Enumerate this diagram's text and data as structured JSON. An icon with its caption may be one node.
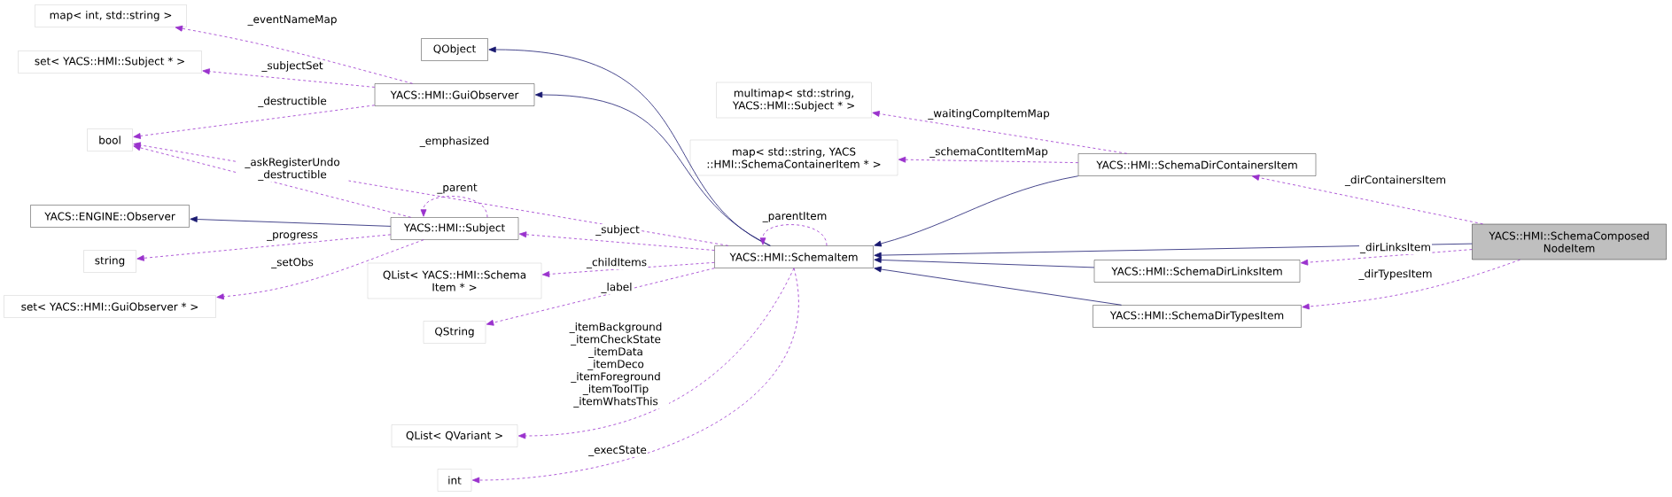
{
  "diagram": {
    "nodes": [
      {
        "text": [
          "map< int, std::string >"
        ]
      },
      {
        "text": [
          "set< YACS::HMI::Subject * >"
        ]
      },
      {
        "text": [
          "bool"
        ]
      },
      {
        "text": [
          "YACS::ENGINE::Observer"
        ]
      },
      {
        "text": [
          "string"
        ]
      },
      {
        "text": [
          "set< YACS::HMI::GuiObserver * >"
        ]
      },
      {
        "text": [
          "QObject"
        ]
      },
      {
        "text": [
          "YACS::HMI::GuiObserver"
        ]
      },
      {
        "text": [
          "YACS::HMI::Subject"
        ]
      },
      {
        "text": [
          "QList< YACS::HMI::Schema Item * >"
        ]
      },
      {
        "text": [
          "QString"
        ]
      },
      {
        "text": [
          "QList< QVariant >"
        ]
      },
      {
        "text": [
          "int"
        ]
      },
      {
        "text": [
          "YACS::HMI::SchemaItem"
        ]
      },
      {
        "text": [
          "multimap< std::string, YACS::HMI::Subject * >"
        ]
      },
      {
        "text": [
          "map< std::string, YACS ::HMI::SchemaContainerItem * >"
        ]
      },
      {
        "text": [
          "YACS::HMI::SchemaDirContainersItem"
        ]
      },
      {
        "text": [
          "YACS::HMI::SchemaDirLinksItem"
        ]
      },
      {
        "text": [
          "YACS::HMI::SchemaDirTypesItem"
        ]
      },
      {
        "text": [
          "YACS::HMI::SchemaComposed NodeItem"
        ]
      }
    ],
    "edges": [
      {
        "from": 7,
        "to": 0,
        "arrow": "to",
        "style": "dashed",
        "label": "_eventNameMap"
      },
      {
        "from": 13,
        "to": 6,
        "arrow": "to",
        "color": "#191970"
      },
      {
        "from": 7,
        "to": 1,
        "arrow": "to",
        "style": "dashed",
        "label": "_subjectSet"
      },
      {
        "from": 13,
        "to": 7,
        "arrow": "to",
        "color": "#191970"
      },
      {
        "from": 7,
        "to": 2,
        "arrow": "to",
        "style": "dashed",
        "label": "_destructible"
      },
      {
        "from": 13,
        "to": 2,
        "arrow": "to",
        "style": "dashed",
        "label": "_emphasized"
      },
      {
        "from": 8,
        "to": 2,
        "arrow": "to",
        "style": "dashed",
        "label": "_askRegisterUndo _destructible"
      },
      {
        "from": 8,
        "to": 8,
        "arrow": "to",
        "style": "dashed",
        "label": "_parent"
      },
      {
        "from": 8,
        "to": 3,
        "arrow": "to",
        "color": "#191970"
      },
      {
        "from": 8,
        "to": 4,
        "arrow": "to",
        "style": "dashed",
        "label": "_progress"
      },
      {
        "from": 8,
        "to": 5,
        "arrow": "to",
        "style": "dashed",
        "label": "_setObs"
      },
      {
        "from": 13,
        "to": 8,
        "arrow": "to",
        "style": "dashed",
        "label": "_subject"
      },
      {
        "from": 13,
        "to": 13,
        "arrow": "to",
        "style": "dashed",
        "label": "_parentItem"
      },
      {
        "from": 13,
        "to": 9,
        "arrow": "to",
        "style": "dashed",
        "label": "_childItems"
      },
      {
        "from": 13,
        "to": 10,
        "arrow": "to",
        "style": "dashed",
        "label": "_label"
      },
      {
        "from": 13,
        "to": 11,
        "arrow": "to",
        "style": "dashed",
        "label": "_itemBackground _itemCheckState _itemData _itemDeco _itemForeground _itemToolTip _itemWhatsThis"
      },
      {
        "from": 13,
        "to": 12,
        "arrow": "to",
        "style": "dashed",
        "label": "_execState"
      },
      {
        "from": 16,
        "to": 14,
        "arrow": "to",
        "style": "dashed",
        "label": "_waitingCompItemMap"
      },
      {
        "from": 16,
        "to": 15,
        "arrow": "to",
        "style": "dashed",
        "label": "_schemaContItemMap"
      },
      {
        "from": 16,
        "to": 13,
        "arrow": "to",
        "color": "#191970"
      },
      {
        "from": 19,
        "to": 13,
        "arrow": "to",
        "color": "#191970"
      },
      {
        "from": 17,
        "to": 13,
        "arrow": "to",
        "color": "#191970"
      },
      {
        "from": 18,
        "to": 13,
        "arrow": "to",
        "color": "#191970"
      },
      {
        "from": 19,
        "to": 16,
        "arrow": "to",
        "style": "dashed",
        "label": "_dirContainersItem"
      },
      {
        "from": 19,
        "to": 17,
        "arrow": "to",
        "style": "dashed",
        "label": "_dirLinksItem"
      },
      {
        "from": 19,
        "to": 18,
        "arrow": "to",
        "style": "dashed",
        "label": "_dirTypesItem"
      }
    ]
  }
}
